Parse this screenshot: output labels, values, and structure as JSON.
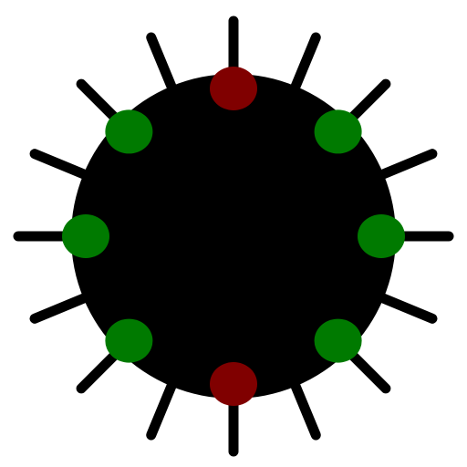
{
  "figure": {
    "description_visible_text": "",
    "body": {
      "shape": "circle",
      "color": "#000000"
    },
    "spikes": {
      "count": 16,
      "color": "#000000"
    },
    "dots": [
      {
        "name": "top",
        "color": "#800000"
      },
      {
        "name": "upper-right",
        "color": "#007a00"
      },
      {
        "name": "right",
        "color": "#007a00"
      },
      {
        "name": "lower-right",
        "color": "#007a00"
      },
      {
        "name": "bottom",
        "color": "#800000"
      },
      {
        "name": "lower-left",
        "color": "#007a00"
      },
      {
        "name": "left",
        "color": "#007a00"
      },
      {
        "name": "upper-left",
        "color": "#007a00"
      }
    ],
    "background_color": "#ffffff"
  }
}
